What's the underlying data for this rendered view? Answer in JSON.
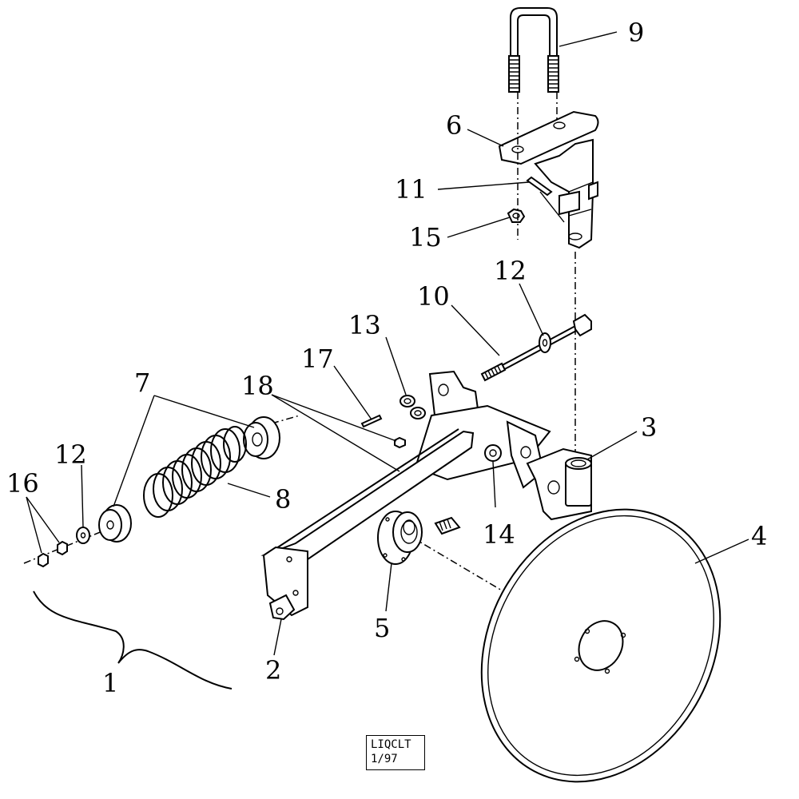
{
  "callouts": {
    "c1": "1",
    "c2": "2",
    "c3": "3",
    "c4": "4",
    "c5": "5",
    "c6": "6",
    "c7": "7",
    "c8": "8",
    "c9": "9",
    "c10": "10",
    "c11": "11",
    "c12a": "12",
    "c12b": "12",
    "c13": "13",
    "c14": "14",
    "c15": "15",
    "c16": "16",
    "c17": "17",
    "c18": "18"
  },
  "stamp": {
    "line1": "LIQCLT",
    "line2": "1/97"
  }
}
